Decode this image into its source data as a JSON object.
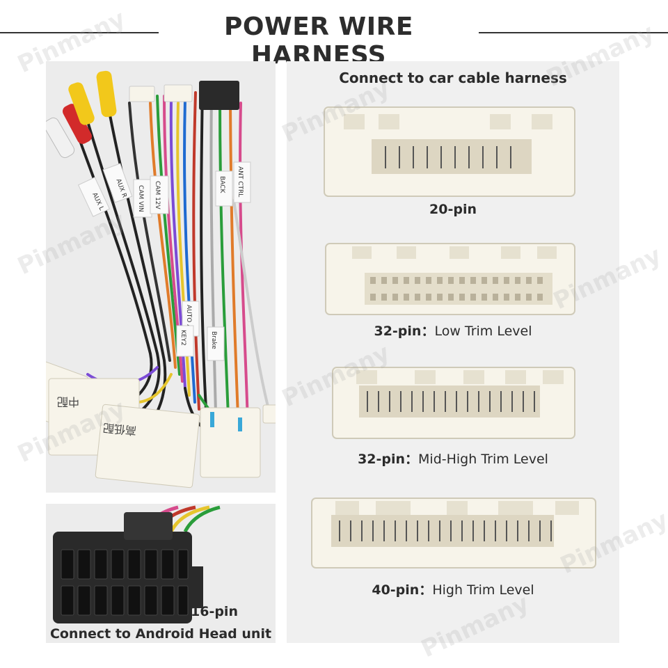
{
  "title": "POWER WIRE HARNESS",
  "right_panel": {
    "heading": "Connect to car cable harness",
    "connectors": [
      {
        "pins": "20-pin",
        "trim": ""
      },
      {
        "pins": "32-pin：",
        "trim": "Low Trim Level"
      },
      {
        "pins": "32-pin：",
        "trim": "Mid-High Trim Level"
      },
      {
        "pins": "40-pin：",
        "trim": "High Trim Level"
      }
    ]
  },
  "left_bottom": {
    "pins": "16-pin",
    "caption": "Connect to Android Head unit"
  },
  "wire_tags": [
    "AUX L",
    "AUX R",
    "CAM VIN",
    "CAM 12V",
    "BACK",
    "ANT CTRL",
    "AUTO ANT",
    "KEY2",
    "Brake"
  ],
  "connector_marks": [
    "中配",
    "高低配"
  ],
  "watermark": "Pinmany",
  "colors": {
    "background": "#ffffff",
    "panel": "#ececec",
    "connector_white": "#f7f4ea",
    "connector_black": "#2a2a2a",
    "rca_yellow": "#f2c81b",
    "rca_red": "#d22a2a",
    "rca_white": "#f1f1f1"
  }
}
